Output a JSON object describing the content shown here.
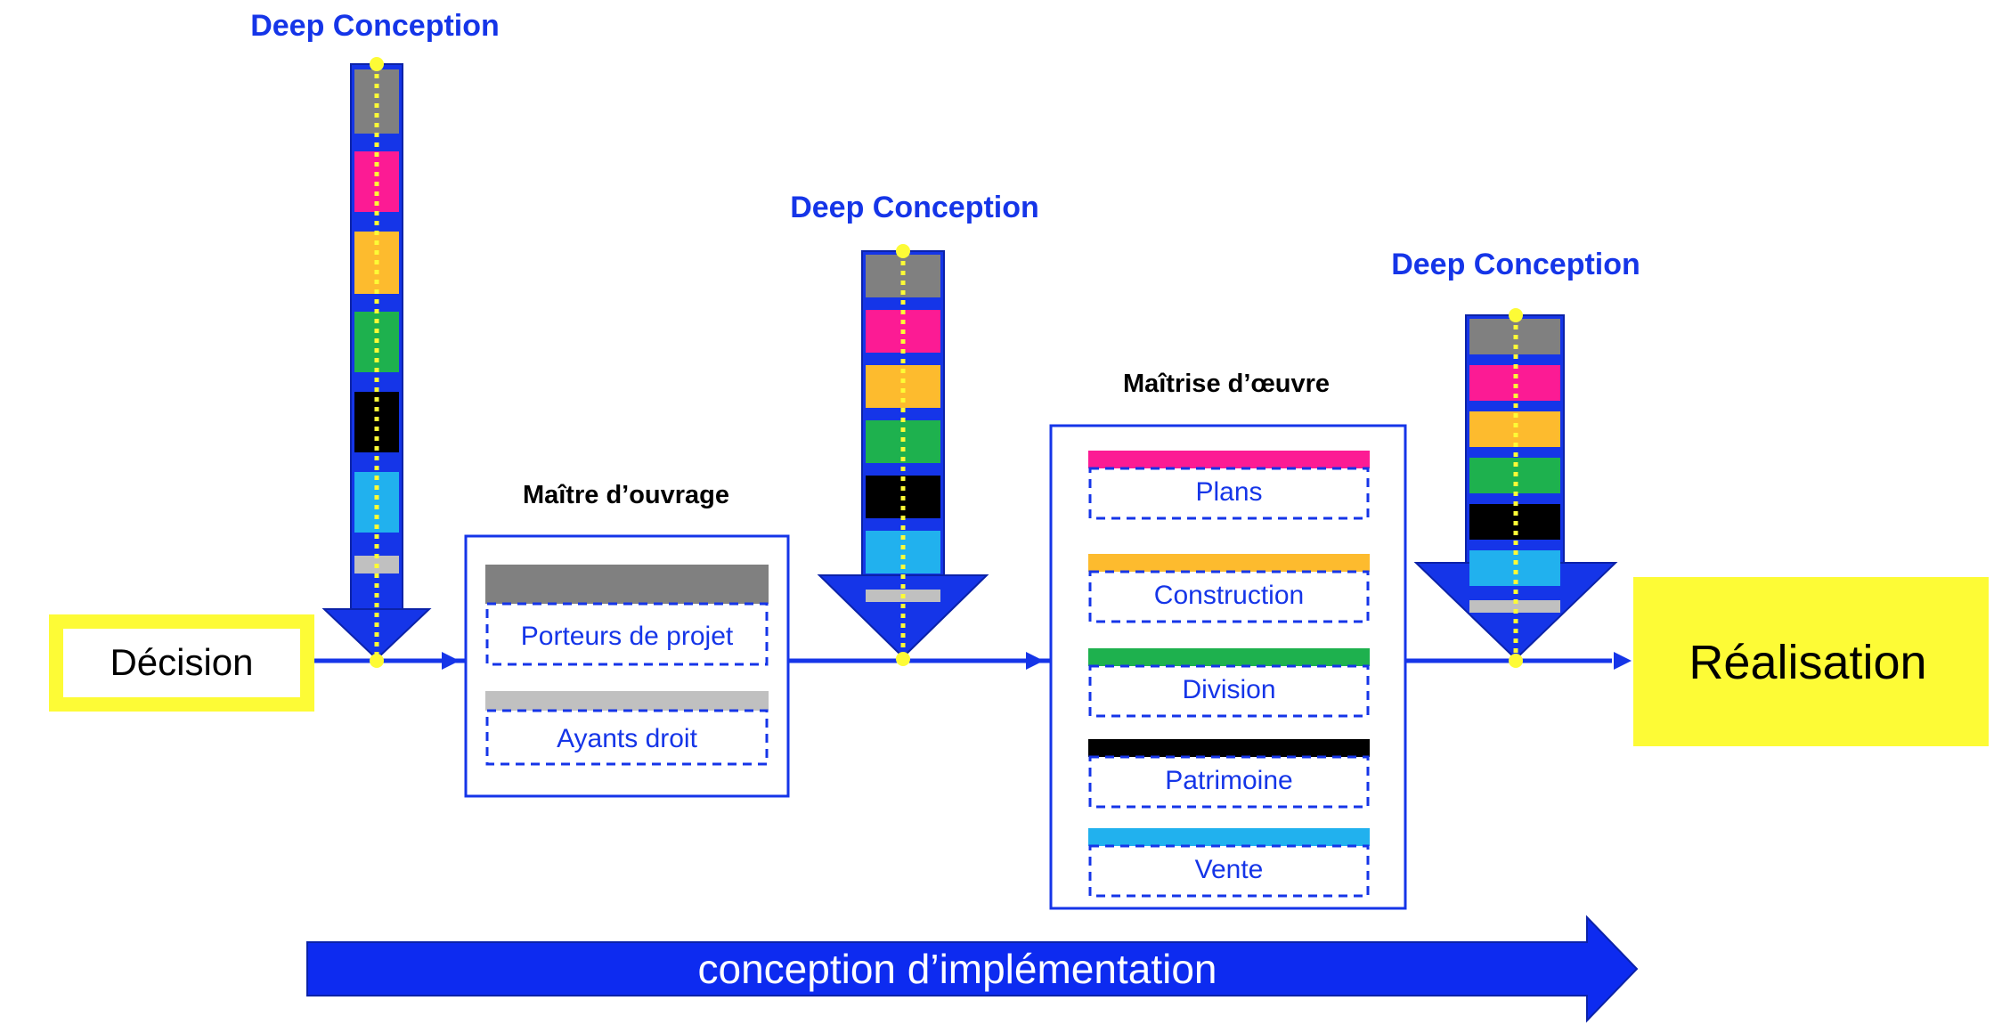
{
  "colors": {
    "blue": "#1535e8",
    "yellow": "#fdfb36",
    "gray": "#808080",
    "pink": "#fc1b94",
    "orange": "#fdbb2e",
    "green": "#1eb14e",
    "black": "#000000",
    "cyan": "#21b1ee",
    "lightgray": "#c0c0c0"
  },
  "deep_conception_labels": [
    "Deep Conception",
    "Deep Conception",
    "Deep Conception"
  ],
  "decision": {
    "label": "Décision"
  },
  "realisation": {
    "label": "Réalisation"
  },
  "maitre_ouvrage": {
    "title": "Maître d’ouvrage",
    "items": [
      {
        "label": "Porteurs de projet",
        "color": "#808080"
      },
      {
        "label": "Ayants droit",
        "color": "#c0c0c0"
      }
    ]
  },
  "maitrise_oeuvre": {
    "title": "Maîtrise d’œuvre",
    "items": [
      {
        "label": "Plans",
        "color": "#fc1b94"
      },
      {
        "label": "Construction",
        "color": "#fdbb2e"
      },
      {
        "label": "Division",
        "color": "#1eb14e"
      },
      {
        "label": "Patrimoine",
        "color": "#000000"
      },
      {
        "label": "Vente",
        "color": "#21b1ee"
      }
    ]
  },
  "banner": {
    "label": "conception d’implémentation"
  }
}
